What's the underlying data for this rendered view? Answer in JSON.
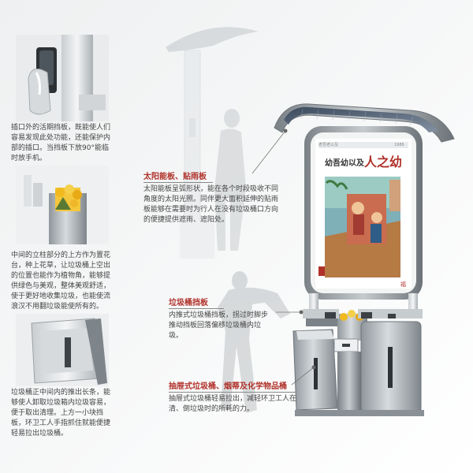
{
  "captions": {
    "left_1": "插口外的活期挡板，既能使人们容易发现此处功能，还能保护内部的插口。当挡板下放90°能临时放手机。",
    "left_2": "中间的立柱部分的上方作为置花台，种上花草，让垃圾桶上空出的位置也能作为植物角，能够提供绿色与美观，整体美观舒适，使于更好地收集垃圾，也能使流浪汉不用翻垃圾能使所有的。",
    "left_3": "垃圾桶正中间内的推出长条，能够使人卸取垃圾箱内垃圾容易，便于取出清理。上方一小块挡板，环卫工人手指抓住就能便捷轻易拉出垃圾桶。"
  },
  "callouts": {
    "solar": {
      "title": "太阳能板、贴雨板",
      "body": "太阳能板呈弧形状，能在各个时段吸收不同角度的太阳光照。同伴更大面积延伸的贴雨板能够在需要时为行人在没有垃圾桶口方向的便捷提供遮雨、遮阳处。"
    },
    "baffle": {
      "title": "垃圾桶挡板",
      "body": "内推式垃圾桶挡板，拐过时脚步推动挡板回落偏移垃圾桶内垃圾。"
    },
    "drawer": {
      "title": "抽屉式垃圾桶、烟蒂及化学物品桶",
      "body": "抽屉式垃圾桶轻易拉出，减轻环卫工人在清、倒垃圾时的所耗的力。"
    }
  },
  "poster": {
    "header_left": "老吾老以及",
    "header_right": "1986",
    "title_small": "幼吾幼以及",
    "title_big": "人之幼",
    "stamp": "福"
  },
  "colors": {
    "accent": "#b0312a",
    "text": "#444444",
    "metal": "#9aa1a6"
  }
}
